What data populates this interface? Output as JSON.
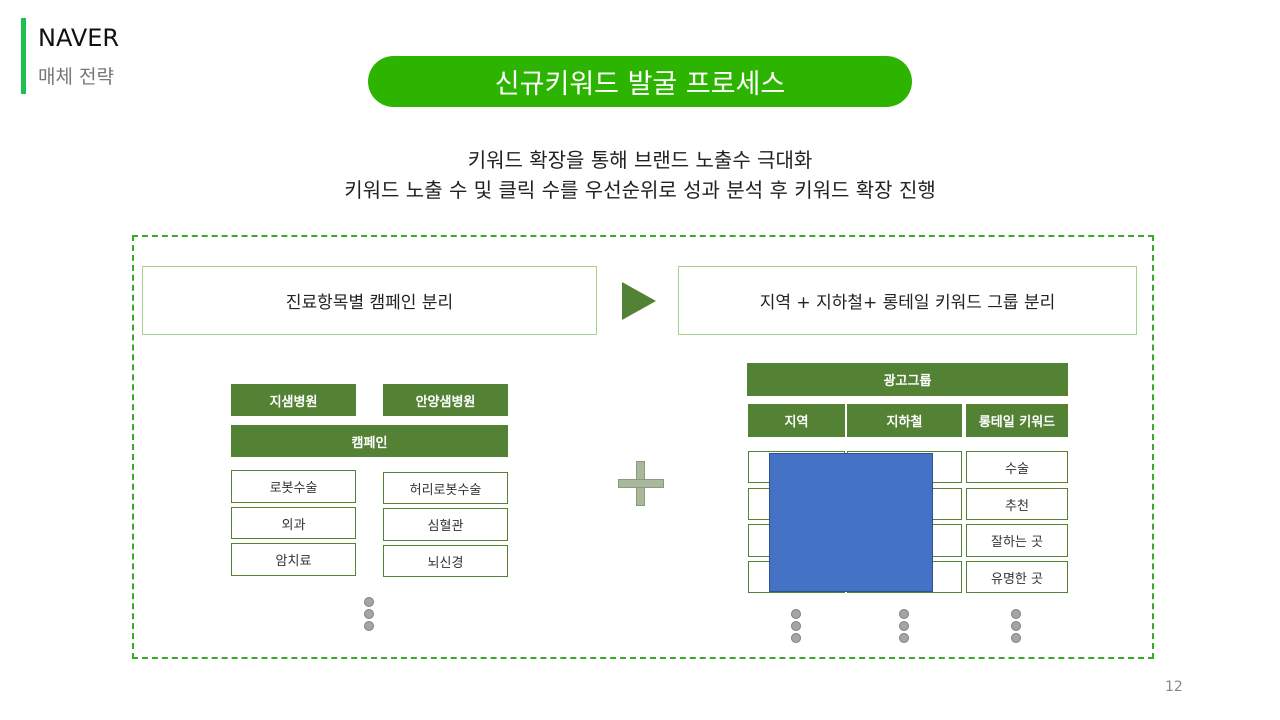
{
  "header": {
    "brand": "NAVER",
    "subtitle": "매체 전략"
  },
  "title": "신규키워드 발굴 프로세스",
  "intro": [
    "키워드 확장을 통해 브랜드 노출수 극대화",
    "키워드 노출 수 및 클릭 수를 우선순위로 성과 분석 후 키워드 확장 진행"
  ],
  "steps": [
    "진료항목별 캠페인 분리",
    "지역 + 지하철+ 롱테일 키워드 그룹 분리"
  ],
  "campaign": {
    "hospitals": [
      "지샘병원",
      "안양샘병원"
    ],
    "label": "캠페인",
    "left_items": [
      "로봇수술",
      "외과",
      "암치료"
    ],
    "right_items": [
      "허리로봇수술",
      "심혈관",
      "뇌신경"
    ]
  },
  "adgroup": {
    "label": "광고그룹",
    "columns": [
      "지역",
      "지하철",
      "롱테일 키워드"
    ],
    "longtail_items": [
      "수술",
      "추천",
      "잘하는 곳",
      "유명한 곳"
    ]
  },
  "page_number": "12"
}
